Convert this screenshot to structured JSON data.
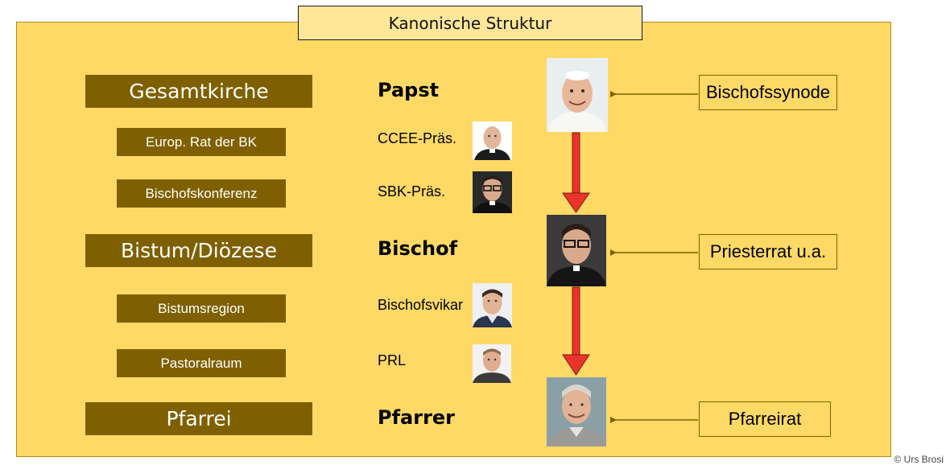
{
  "title": "Kanonische Struktur",
  "levels": {
    "gesamtkirche": "Gesamtkirche",
    "europ_rat": "Europ. Rat der BK",
    "bischofskonferenz": "Bischofskonferenz",
    "bistum": "Bistum/Diözese",
    "bistumsregion": "Bistumsregion",
    "pastoralraum": "Pastoralraum",
    "pfarrei": "Pfarrei"
  },
  "roles": {
    "papst": "Papst",
    "ccee": "CCEE-Präs.",
    "sbk": "SBK-Präs.",
    "bischof": "Bischof",
    "bischofsvikar": "Bischofsvikar",
    "prl": "PRL",
    "pfarrer": "Pfarrer"
  },
  "councils": {
    "synode": "Bischofssynode",
    "priesterrat": "Priesterrat u.a.",
    "pfarreirat": "Pfarreirat"
  },
  "copyright": "© Urs Brosi",
  "colors": {
    "panel": "#ffd966",
    "level_box": "#7f6000",
    "arrow_red": "#e8342a",
    "connector": "#7f6000"
  }
}
